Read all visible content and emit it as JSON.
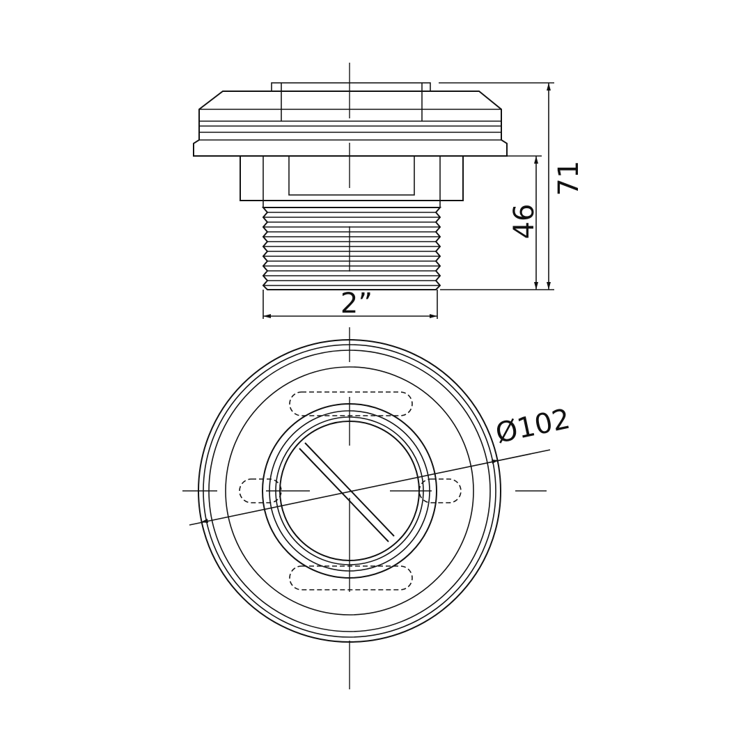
{
  "dimensions": {
    "total_height": "71",
    "body_height": "46",
    "thread_size": "2”",
    "flange_diameter": "Ø102"
  },
  "colors": {
    "line": "#111111",
    "background": "#ffffff"
  }
}
